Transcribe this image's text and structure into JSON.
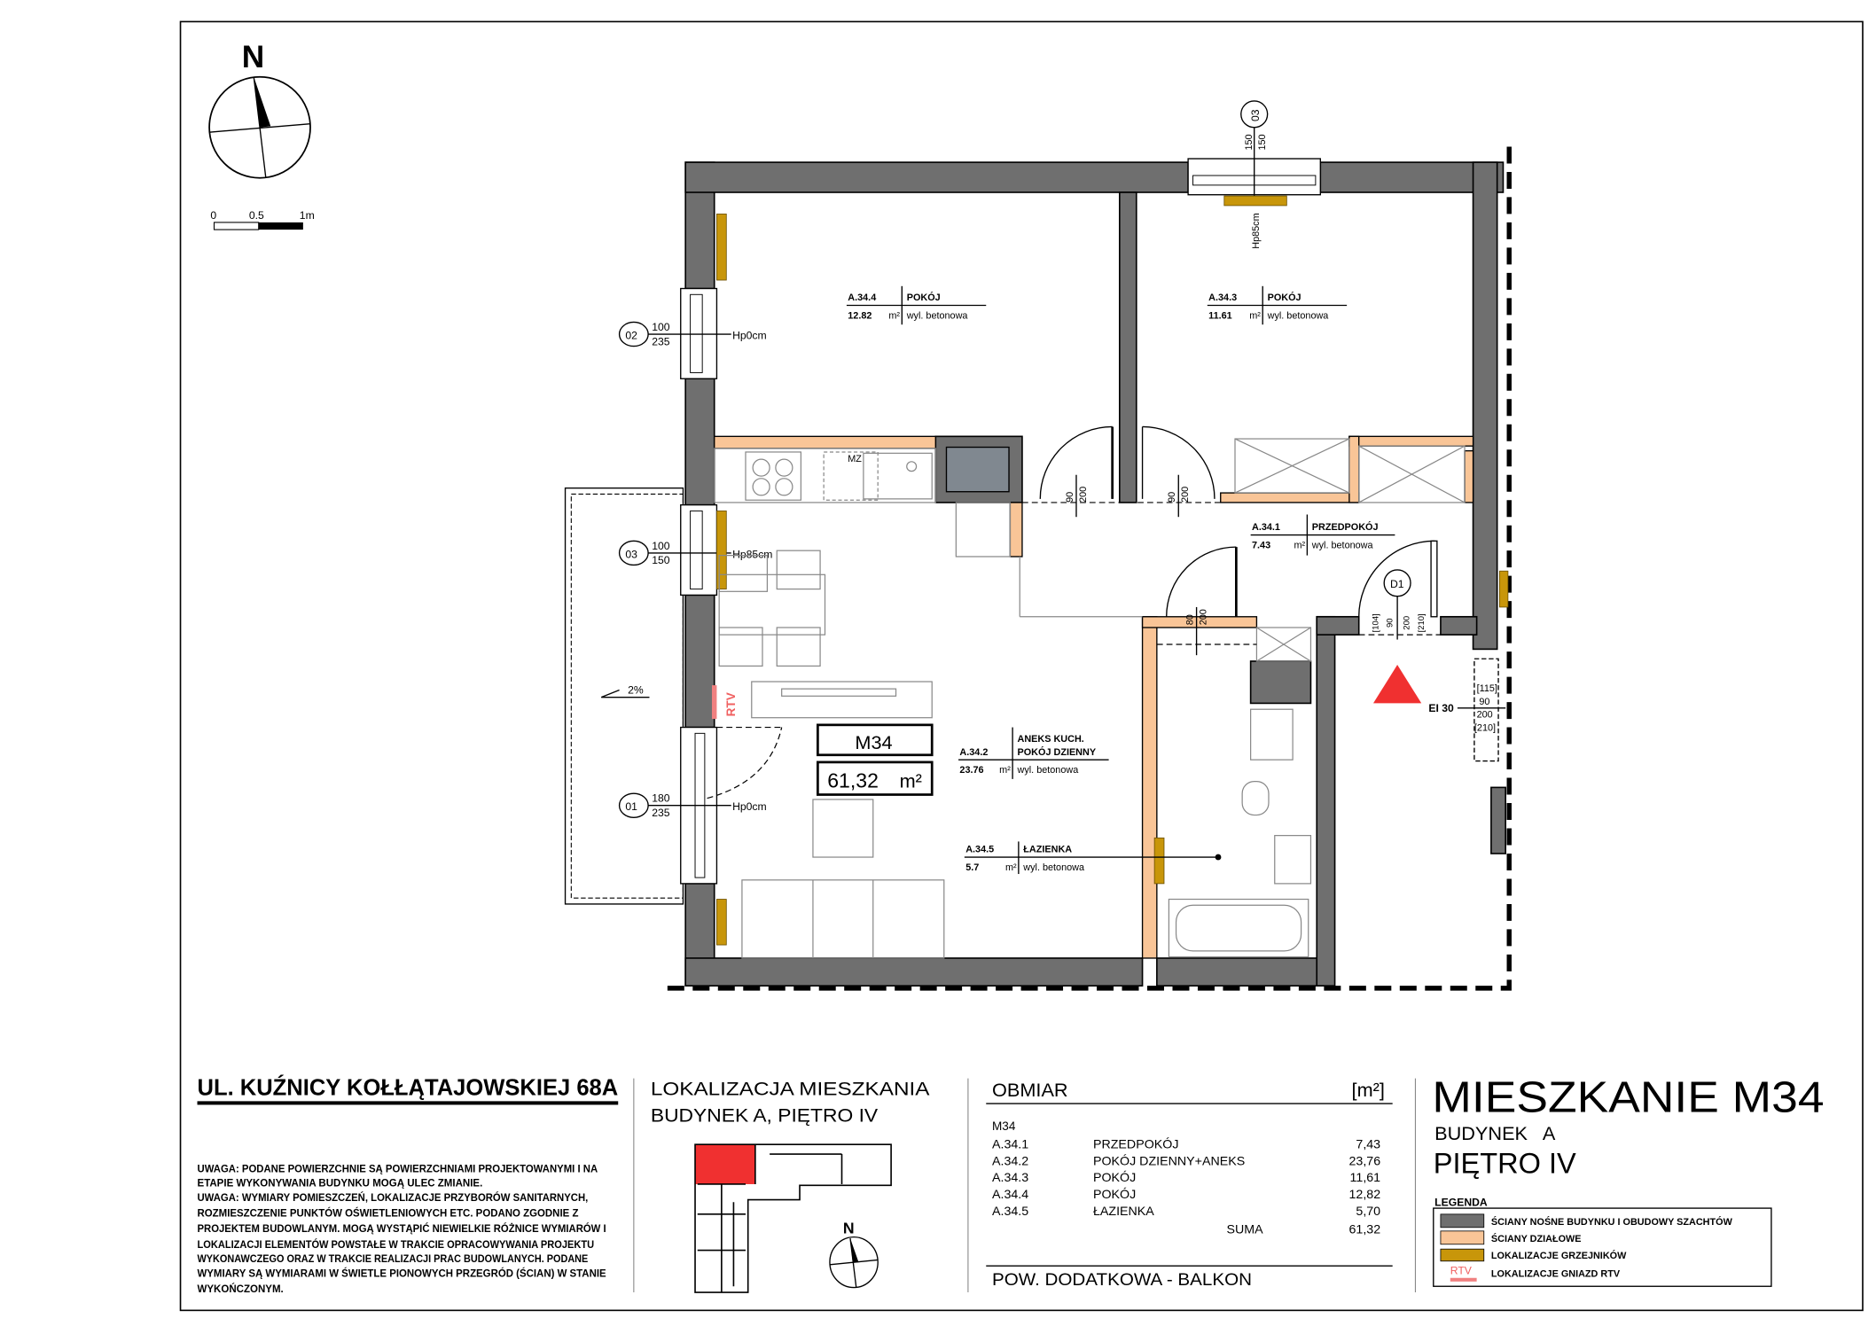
{
  "compass": {
    "north_label": "N"
  },
  "scale_bar": {
    "labels": [
      "0",
      "0.5",
      "1m"
    ]
  },
  "apartment_tag": {
    "name": "M34",
    "area": "61,32",
    "unit": "m²"
  },
  "rooms": [
    {
      "id": "A.34.4",
      "name": "POKÓJ",
      "area": "12.82",
      "unit": "m²",
      "floor": "wyl. betonowa"
    },
    {
      "id": "A.34.3",
      "name": "POKÓJ",
      "area": "11.61",
      "unit": "m²",
      "floor": "wyl. betonowa"
    },
    {
      "id": "A.34.1",
      "name": "PRZEDPOKÓJ",
      "area": "7.43",
      "unit": "m²",
      "floor": "wyl. betonowa"
    },
    {
      "id": "A.34.2",
      "name_line1": "ANEKS KUCH.",
      "name": "POKÓJ DZIENNY",
      "area": "23.76",
      "unit": "m²",
      "floor": "wyl. betonowa"
    },
    {
      "id": "A.34.5",
      "name": "ŁAZIENKA",
      "area": "5.7",
      "unit": "m²",
      "floor": "wyl. betonowa"
    }
  ],
  "windows": [
    {
      "tag": "02",
      "width": "100",
      "height": "235",
      "sill": "Hp0cm"
    },
    {
      "tag": "03",
      "width": "100",
      "height": "150",
      "sill": "Hp85cm"
    },
    {
      "tag": "01",
      "width": "180",
      "height": "235",
      "sill": "Hp0cm"
    },
    {
      "tag": "03",
      "width": "150",
      "height": "150",
      "sill": "Hp85cm"
    }
  ],
  "doors": [
    {
      "width": "90",
      "height": "200"
    },
    {
      "width": "90",
      "height": "200"
    },
    {
      "width": "80",
      "height": "200"
    }
  ],
  "entry_door": {
    "tag": "D1",
    "dims": [
      "[104]",
      "90",
      "200",
      "[210]"
    ]
  },
  "stair_door": {
    "dims": [
      "[115]",
      "90",
      "200",
      "[210]"
    ],
    "rating": "EI 30"
  },
  "balcony": {
    "slope": "2%"
  },
  "markers": {
    "rtv": "RTV",
    "kitchen_mark": "MZ"
  },
  "footer": {
    "address": "UL. KUŹNICY KOŁŁĄTAJOWSKIEJ 68A",
    "notes": [
      "UWAGA: PODANE POWIERZCHNIE SĄ POWIERZCHNIAMI PROJEKTOWANYMI I NA",
      "ETAPIE WYKONYWANIA BUDYNKU MOGĄ ULEC ZMIANIE.",
      "UWAGA: WYMIARY POMIESZCZEŃ, LOKALIZACJE PRZYBORÓW SANITARNYCH,",
      "ROZMIESZCZENIE PUNKTÓW OŚWIETLENIOWYCH ETC. PODANO ZGODNIE Z",
      "PROJEKTEM BUDOWLANYM. MOGĄ WYSTĄPIĆ NIEWIELKIE RÓŻNICE WYMIARÓW I",
      "LOKALIZACJI ELEMENTÓW POWSTAŁE W TRAKCIE OPRACOWYWANIA PROJEKTU",
      "WYKONAWCZEGO ORAZ W TRAKCIE REALIZACJI PRAC BUDOWLANYCH. PODANE",
      "WYMIARY SĄ WYMIARAMI W ŚWIETLE PIONOWYCH PRZEGRÓD (ŚCIAN) W STANIE",
      "WYKOŃCZONYM."
    ],
    "location_title_1": "LOKALIZACJA MIESZKANIA",
    "location_title_2": "BUDYNEK A, PIĘTRO IV",
    "location_north": "N",
    "obmiar": {
      "title": "OBMIAR",
      "unit": "[m²]",
      "group": "M34",
      "rows": [
        {
          "id": "A.34.1",
          "name": "PRZEDPOKÓJ",
          "area": "7,43"
        },
        {
          "id": "A.34.2",
          "name": "POKÓJ DZIENNY+ANEKS",
          "area": "23,76"
        },
        {
          "id": "A.34.3",
          "name": "POKÓJ",
          "area": "11,61"
        },
        {
          "id": "A.34.4",
          "name": "POKÓJ",
          "area": "12,82"
        },
        {
          "id": "A.34.5",
          "name": "ŁAZIENKA",
          "area": "5,70"
        }
      ],
      "sum_label": "SUMA",
      "sum_value": "61,32",
      "extra": "POW. DODATKOWA - BALKON"
    },
    "title": "MIESZKANIE M34",
    "building": "BUDYNEK   A",
    "floor": "PIĘTRO IV",
    "legend": {
      "title": "LEGENDA",
      "items": [
        {
          "label": "ŚCIANY NOŚNE BUDYNKU I OBUDOWY SZACHTÓW",
          "color": "#6f6f6f"
        },
        {
          "label": "ŚCIANY DZIAŁOWE",
          "color": "#f9c597"
        },
        {
          "label": "LOKALIZACJE GRZEJNIKÓW",
          "color": "#c8960a"
        },
        {
          "label": "LOKALIZACJE GNIAZD RTV",
          "symbol": "RTV",
          "color": "#f08080"
        }
      ]
    }
  }
}
